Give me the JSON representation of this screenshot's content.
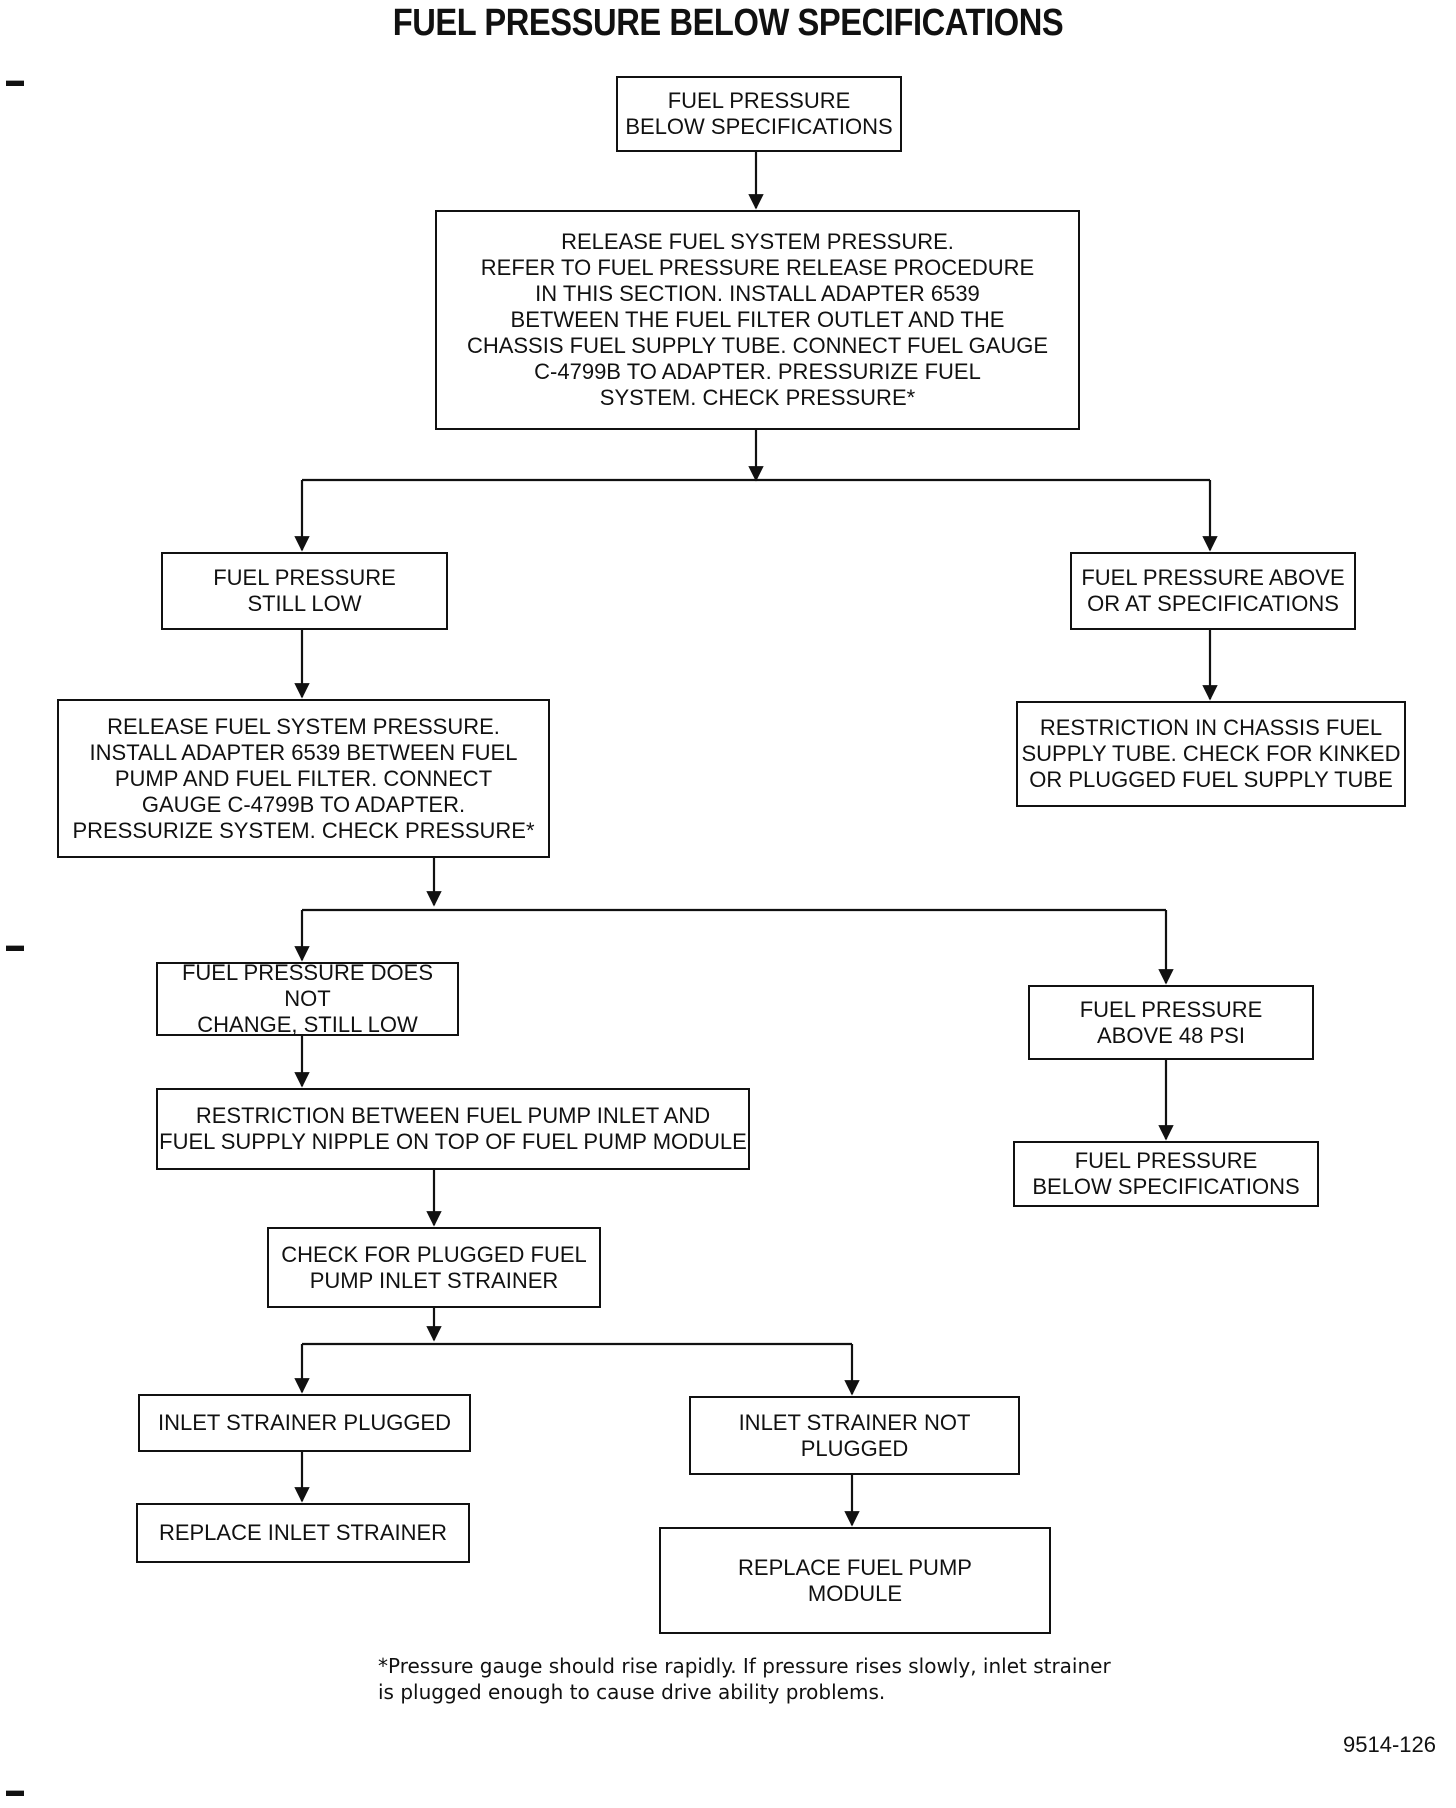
{
  "title": "FUEL PRESSURE BELOW SPECIFICATIONS",
  "boxes": {
    "start": "FUEL PRESSURE\nBELOW SPECIFICATIONS",
    "step1": "RELEASE FUEL SYSTEM PRESSURE.\nREFER TO FUEL PRESSURE RELEASE PROCEDURE\nIN THIS SECTION. INSTALL ADAPTER 6539\nBETWEEN THE FUEL FILTER OUTLET AND THE\nCHASSIS FUEL SUPPLY TUBE. CONNECT FUEL GAUGE\nC-4799B TO ADAPTER. PRESSURIZE FUEL\nSYSTEM. CHECK PRESSURE*",
    "still_low": "FUEL PRESSURE\nSTILL LOW",
    "above_or_at": "FUEL PRESSURE ABOVE\nOR AT SPECIFICATIONS",
    "step2": "RELEASE FUEL SYSTEM PRESSURE.\nINSTALL ADAPTER 6539 BETWEEN FUEL\nPUMP AND FUEL FILTER. CONNECT\nGAUGE C-4799B TO ADAPTER.\nPRESSURIZE SYSTEM. CHECK PRESSURE*",
    "chassis_restriction": "RESTRICTION IN CHASSIS FUEL\nSUPPLY TUBE. CHECK FOR KINKED\nOR PLUGGED FUEL SUPPLY TUBE",
    "no_change": "FUEL PRESSURE DOES NOT\nCHANGE, STILL LOW",
    "above_48": "FUEL PRESSURE\nABOVE 48 PSI",
    "pump_restriction": "RESTRICTION BETWEEN FUEL PUMP INLET AND\nFUEL SUPPLY NIPPLE ON TOP OF FUEL PUMP MODULE",
    "below_spec": "FUEL PRESSURE\nBELOW SPECIFICATIONS",
    "check_strainer": "CHECK FOR PLUGGED FUEL\nPUMP INLET STRAINER",
    "strainer_plugged": "INLET STRAINER PLUGGED",
    "strainer_not_plugged": "INLET STRAINER NOT\nPLUGGED",
    "replace_strainer": "REPLACE INLET STRAINER",
    "replace_pump": "REPLACE FUEL PUMP\nMODULE"
  },
  "footnote": "*Pressure gauge should rise rapidly. If pressure rises slowly, inlet strainer\n is plugged enough to cause drive ability problems.",
  "figure_id": "9514-126"
}
